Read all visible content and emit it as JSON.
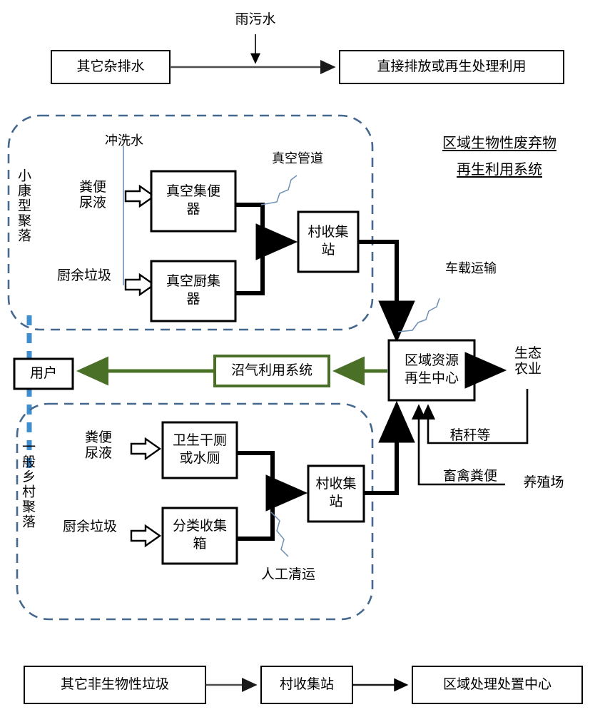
{
  "diagram": {
    "title": {
      "line1": "区域生物性废弃物",
      "line2": "再生利用系统"
    },
    "colors": {
      "black": "#000000",
      "green": "#4a7028",
      "dashed_region": "#45688e",
      "divider_blue": "#3f8ed0",
      "thin_blue": "#6d8fb3",
      "gray_arrow": "#595959"
    },
    "top_row": {
      "source_box": "其它杂排水",
      "inflow_label": "雨污水",
      "target_box": "直接排放或再生处理利用"
    },
    "region_upper": {
      "name": "小康型聚落",
      "inputs": [
        {
          "label": "冲洗水"
        },
        {
          "label": "粪便\n尿液"
        },
        {
          "label": "厨余垃圾"
        }
      ],
      "boxes": [
        {
          "label": "真空集便\n器"
        },
        {
          "label": "真空厨集\n器"
        },
        {
          "label": "村收集\n站"
        }
      ],
      "annotation": "真空管道"
    },
    "region_lower": {
      "name": "一般乡村聚落",
      "inputs": [
        {
          "label": "粪便\n尿液"
        },
        {
          "label": "厨余垃圾"
        }
      ],
      "boxes": [
        {
          "label": "卫生干厕\n或水厕"
        },
        {
          "label": "分类收集\n箱"
        },
        {
          "label": "村收集\n站"
        }
      ],
      "annotation": "人工清运"
    },
    "middle": {
      "user_box": "用户",
      "biogas_box": "沼气利用系统",
      "center_box": "区域资源\n再生中心",
      "transport_annotation": "车载运输",
      "outputs": [
        {
          "label": "生态\n农业"
        }
      ],
      "inflows": [
        {
          "label": "秸秆等"
        },
        {
          "label": "畜禽粪便"
        },
        {
          "label": "养殖场"
        }
      ]
    },
    "bottom_row": {
      "source_box": "其它非生物性垃圾",
      "middle_box": "村收集站",
      "target_box": "区域处理处置中心"
    }
  }
}
